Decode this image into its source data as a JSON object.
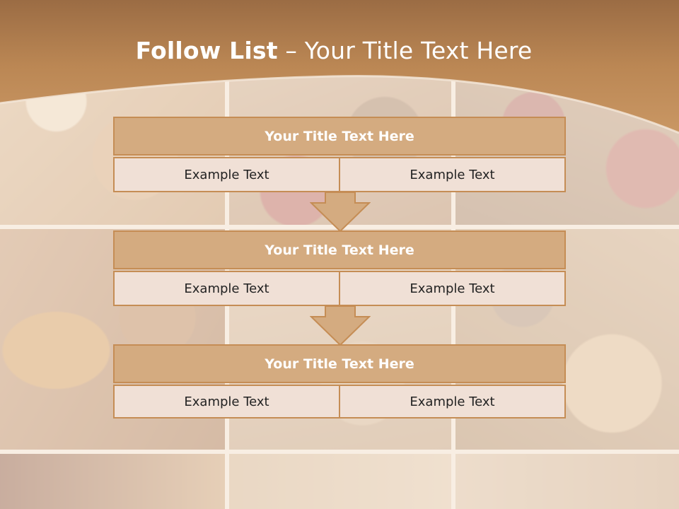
{
  "slide": {
    "title_bold": "Follow List",
    "title_rest": " – Your Title Text Here"
  },
  "colors": {
    "header_band": "#b98450",
    "box_title_fill": "#d4ab80",
    "box_border": "#c58d55",
    "cell_fill": "#f0e0d6",
    "arrow_fill": "#d4ab80"
  },
  "blocks": [
    {
      "title": "Your Title Text Here",
      "left_text": "Example Text",
      "right_text": "Example Text"
    },
    {
      "title": "Your Title Text Here",
      "left_text": "Example Text",
      "right_text": "Example Text"
    },
    {
      "title": "Your Title Text Here",
      "left_text": "Example Text",
      "right_text": "Example Text"
    }
  ],
  "arrows": [
    {
      "icon": "down-arrow-icon"
    },
    {
      "icon": "down-arrow-icon"
    }
  ]
}
